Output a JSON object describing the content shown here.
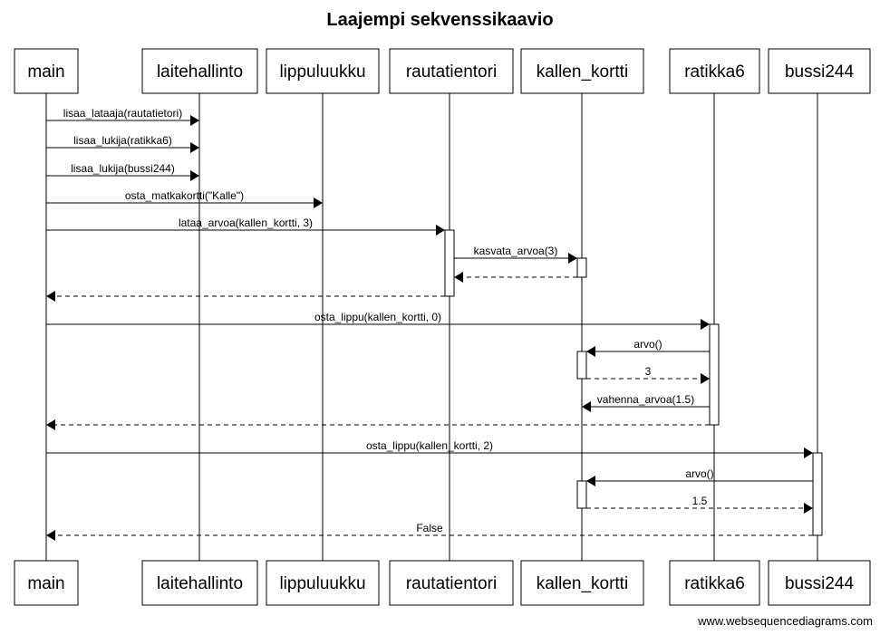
{
  "title": "Laajempi sekvenssikaavio",
  "footer": "www.websequencediagrams.com",
  "participants": [
    {
      "id": "main",
      "name": "main"
    },
    {
      "id": "laitehallinto",
      "name": "laitehallinto"
    },
    {
      "id": "lippuluukku",
      "name": "lippuluukku"
    },
    {
      "id": "rautatientori",
      "name": "rautatientori"
    },
    {
      "id": "kallen_kortti",
      "name": "kallen_kortti"
    },
    {
      "id": "ratikka6",
      "name": "ratikka6"
    },
    {
      "id": "bussi244",
      "name": "bussi244"
    }
  ],
  "messages": [
    {
      "from": "main",
      "to": "laitehallinto",
      "label": "lisaa_lataaja(rautatietori)",
      "dashed": false
    },
    {
      "from": "main",
      "to": "laitehallinto",
      "label": "lisaa_lukija(ratikka6)",
      "dashed": false
    },
    {
      "from": "main",
      "to": "laitehallinto",
      "label": "lisaa_lukija(bussi244)",
      "dashed": false
    },
    {
      "from": "main",
      "to": "lippuluukku",
      "label": "osta_matkakortti(\"Kalle\")",
      "dashed": false
    },
    {
      "from": "main",
      "to": "rautatientori",
      "label": "lataa_arvoa(kallen_kortti, 3)",
      "dashed": false
    },
    {
      "from": "rautatientori",
      "to": "kallen_kortti",
      "label": "kasvata_arvoa(3)",
      "dashed": false
    },
    {
      "from": "kallen_kortti",
      "to": "rautatientori",
      "label": "",
      "dashed": true
    },
    {
      "from": "rautatientori",
      "to": "main",
      "label": "",
      "dashed": true
    },
    {
      "from": "main",
      "to": "ratikka6",
      "label": "osta_lippu(kallen_kortti, 0)",
      "dashed": false
    },
    {
      "from": "ratikka6",
      "to": "kallen_kortti",
      "label": "arvo()",
      "dashed": false
    },
    {
      "from": "kallen_kortti",
      "to": "ratikka6",
      "label": "3",
      "dashed": true
    },
    {
      "from": "ratikka6",
      "to": "kallen_kortti",
      "label": "vahenna_arvoa(1.5)",
      "dashed": false
    },
    {
      "from": "ratikka6",
      "to": "main",
      "label": "",
      "dashed": true
    },
    {
      "from": "main",
      "to": "bussi244",
      "label": "osta_lippu(kallen_kortti, 2)",
      "dashed": false
    },
    {
      "from": "bussi244",
      "to": "kallen_kortti",
      "label": "arvo()",
      "dashed": false
    },
    {
      "from": "kallen_kortti",
      "to": "bussi244",
      "label": "1.5",
      "dashed": true
    },
    {
      "from": "bussi244",
      "to": "main",
      "label": "False",
      "dashed": true
    }
  ],
  "activations": [
    {
      "participant": "rautatientori",
      "from_message": 4,
      "to_message": 7
    },
    {
      "participant": "kallen_kortti",
      "from_message": 5,
      "to_message": 6
    },
    {
      "participant": "ratikka6",
      "from_message": 8,
      "to_message": 12
    },
    {
      "participant": "kallen_kortti",
      "from_message": 9,
      "to_message": 10
    },
    {
      "participant": "bussi244",
      "from_message": 13,
      "to_message": 16
    },
    {
      "participant": "kallen_kortti",
      "from_message": 14,
      "to_message": 15
    }
  ]
}
